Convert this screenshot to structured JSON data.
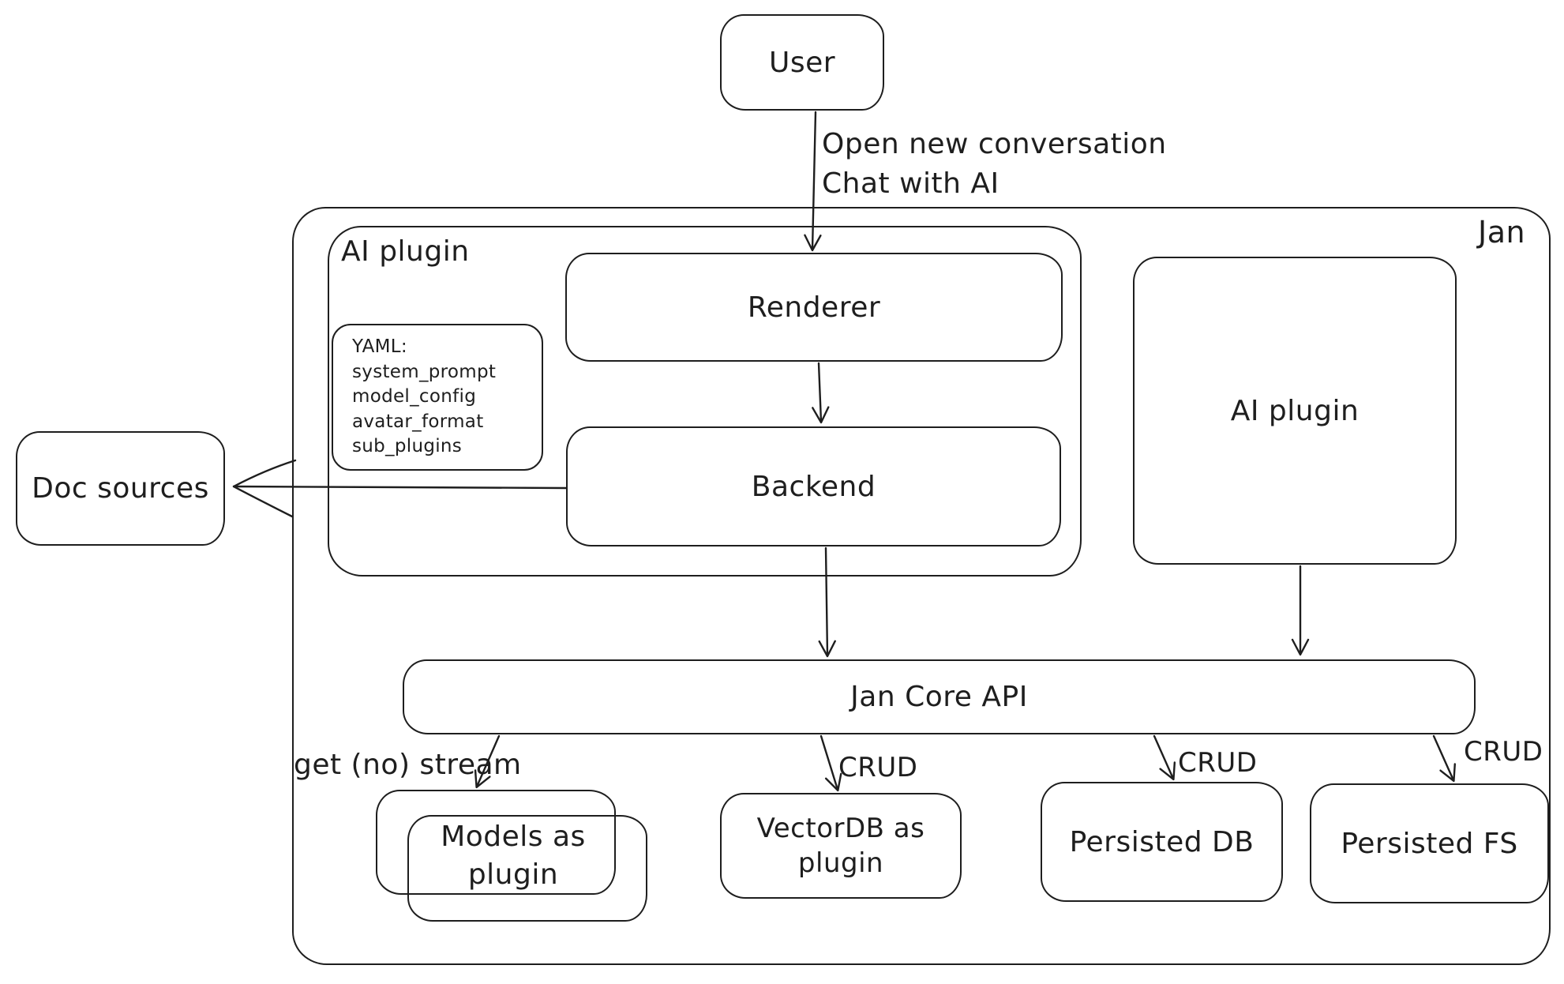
{
  "diagram": {
    "colors": {
      "ink": "#1e1e1e",
      "background": "#ffffff"
    },
    "container": {
      "label": "Jan"
    },
    "nodes": {
      "user": {
        "label": "User"
      },
      "ai_plugin_group": {
        "label": "AI plugin"
      },
      "renderer": {
        "label": "Renderer"
      },
      "backend": {
        "label": "Backend"
      },
      "yaml_note": {
        "lines": [
          "YAML:",
          "system_prompt",
          "model_config",
          "avatar_format",
          "sub_plugins"
        ]
      },
      "ai_plugin": {
        "label": "AI plugin"
      },
      "doc_sources": {
        "label": "Doc sources"
      },
      "jan_core_api": {
        "label": "Jan Core API"
      },
      "models": {
        "label_line1": "Models as",
        "label_line2": "plugin"
      },
      "vectordb": {
        "label_line1": "VectorDB as",
        "label_line2": "plugin"
      },
      "persisted_db": {
        "label": "Persisted DB"
      },
      "persisted_fs": {
        "label": "Persisted FS"
      }
    },
    "edge_labels": {
      "user_to_renderer_line1": "Open new conversation",
      "user_to_renderer_line2": "Chat with AI",
      "api_to_models": "get (no) stream",
      "api_to_vectordb": "CRUD",
      "api_to_persisted_db": "CRUD",
      "api_to_persisted_fs": "CRUD"
    }
  }
}
